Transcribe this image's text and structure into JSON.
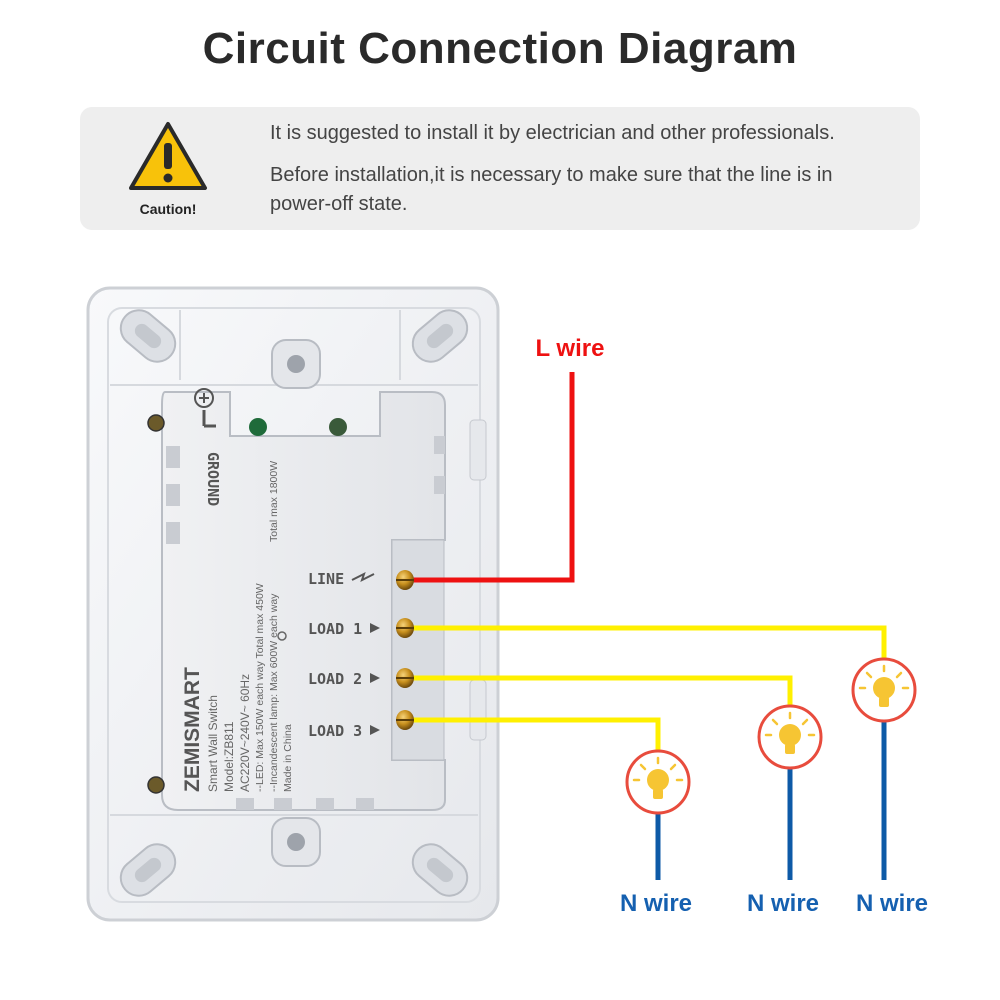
{
  "title": "Circuit Connection Diagram",
  "caution": {
    "label": "Caution!",
    "line1": "It is suggested to install it by electrician and other professionals.",
    "line2": "Before installation,it is necessary to make sure that the line is in power-off state."
  },
  "device": {
    "ground_label": "GROUND",
    "brand": "ZEMISMART",
    "product": "Smart Wall Switch",
    "model": "Model:ZB811",
    "voltage": "AC220V~240V~ 60Hz",
    "led_spec": "--LED: Max 150W each way   Total max 450W",
    "incandescent_spec": "--Incandescent lamp: Max 600W each way",
    "incandescent_total": "Total max 1800W",
    "origin": "Made in China",
    "terminals": [
      "LINE",
      "LOAD 1",
      "LOAD 2",
      "LOAD 3"
    ]
  },
  "wires": {
    "l_wire": "L wire",
    "n_wires": [
      "N wire",
      "N wire",
      "N wire"
    ]
  },
  "colors": {
    "live": "#ee1111",
    "load": "#fff000",
    "neutral": "#0d5aa7",
    "bulb_ring": "#e84c3d",
    "bulb": "#f6c533",
    "n_label": "#1560b0"
  }
}
